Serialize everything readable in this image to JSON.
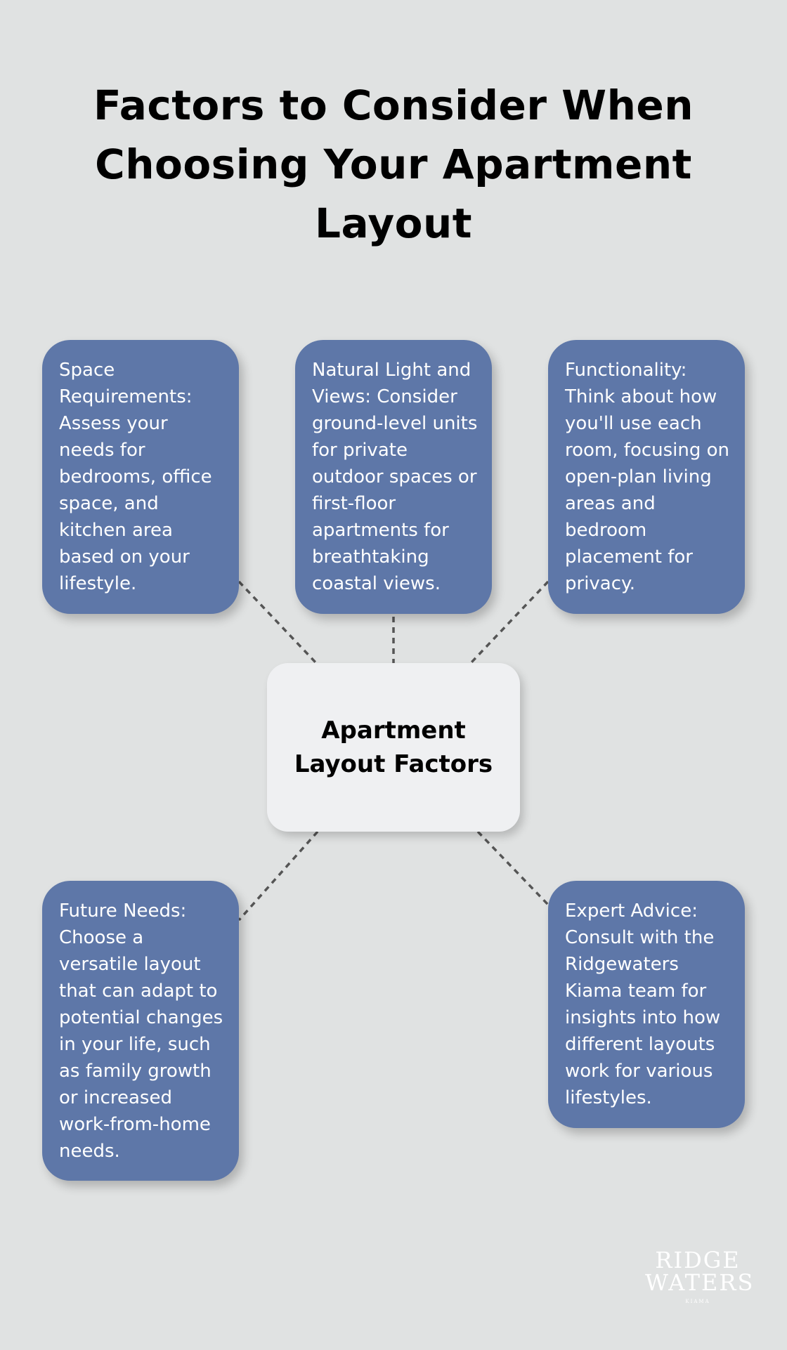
{
  "title": "Factors to Consider When Choosing Your Apartment Layout",
  "center": {
    "label": "Apartment Layout Factors"
  },
  "cards": [
    {
      "text": "Space Requirements: Assess your needs for bedrooms, office space, and kitchen area based on your lifestyle."
    },
    {
      "text": "Natural Light and Views: Consider ground-level units for private outdoor spaces or first-floor apartments for breathtaking coastal views."
    },
    {
      "text": "Functionality: Think about how you'll use each room, focusing on open-plan living areas and bedroom placement for privacy."
    },
    {
      "text": "Future Needs: Choose a versatile layout that can adapt to potential changes in your life, such as family growth or increased work-from-home needs."
    },
    {
      "text": "Expert Advice: Consult with the Ridgewaters Kiama team for insights into how different layouts work for various lifestyles."
    }
  ],
  "logo": {
    "line1": "RIDGE",
    "line2": "WATERS",
    "line3": "KIAMA"
  },
  "colors": {
    "background": "#e0e2e2",
    "card": "#5e77a8",
    "center_box": "#eff0f2",
    "connector": "#555555"
  }
}
